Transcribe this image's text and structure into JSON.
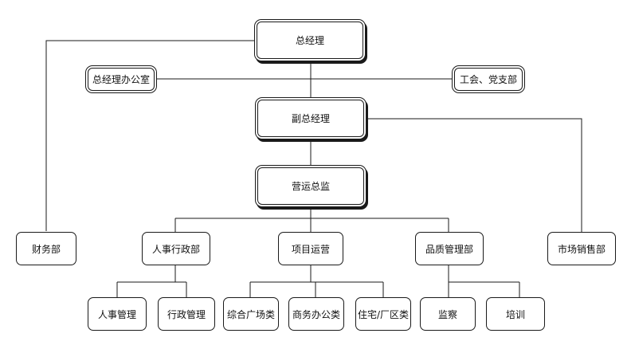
{
  "nodes": {
    "ceo": "总经理",
    "ceo_office": "总经理办公室",
    "union": "工会、党支部",
    "vice_gm": "副总经理",
    "ops_director": "营运总监",
    "finance": "财务部",
    "hr_admin": "人事行政部",
    "project_ops": "项目运营",
    "quality": "品质管理部",
    "marketing": "市场销售部",
    "hr_mgmt": "人事管理",
    "admin_mgmt": "行政管理",
    "plaza": "综合广场类",
    "business_office": "商务办公类",
    "residential": "住宅/厂区类",
    "supervision": "监察",
    "training": "培训"
  }
}
